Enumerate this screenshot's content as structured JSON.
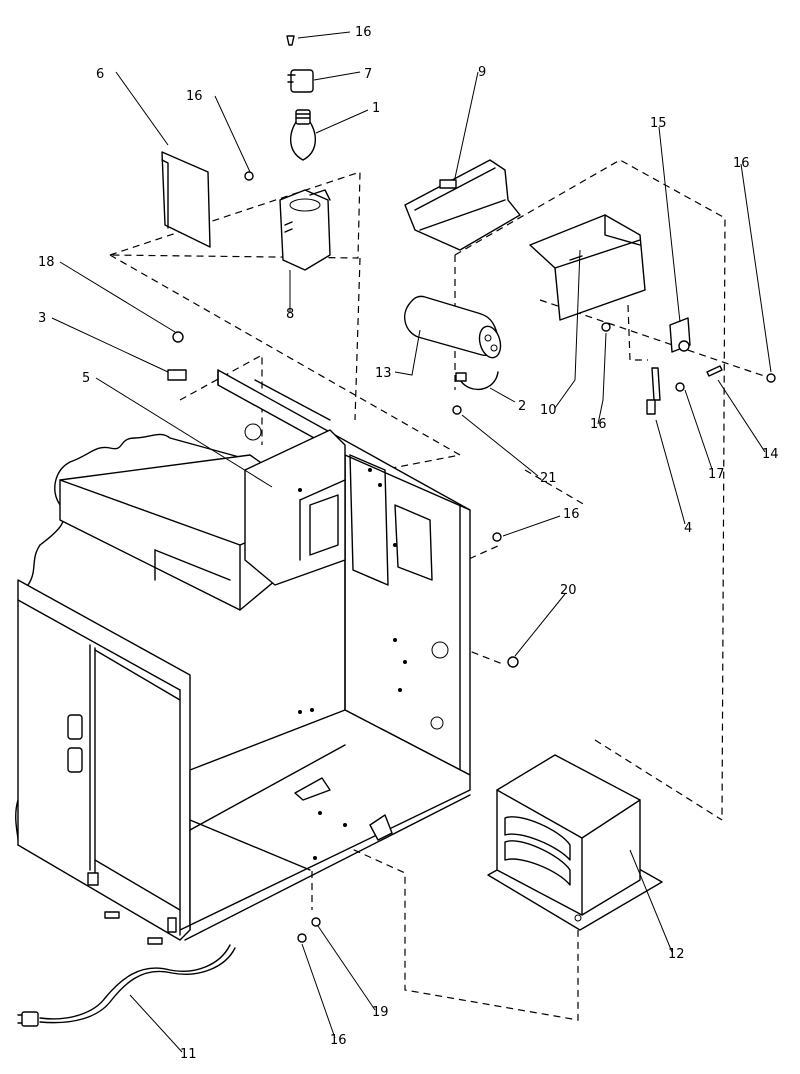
{
  "callouts": [
    {
      "id": "c16a",
      "text": "16"
    },
    {
      "id": "c7",
      "text": "7"
    },
    {
      "id": "c16b",
      "text": "16"
    },
    {
      "id": "c1",
      "text": "1"
    },
    {
      "id": "c6",
      "text": "6"
    },
    {
      "id": "c9",
      "text": "9"
    },
    {
      "id": "c15",
      "text": "15"
    },
    {
      "id": "c16c",
      "text": "16"
    },
    {
      "id": "c8",
      "text": "8"
    },
    {
      "id": "c18",
      "text": "18"
    },
    {
      "id": "c3",
      "text": "3"
    },
    {
      "id": "c5",
      "text": "5"
    },
    {
      "id": "c13",
      "text": "13"
    },
    {
      "id": "c2",
      "text": "2"
    },
    {
      "id": "c10",
      "text": "10"
    },
    {
      "id": "c16d",
      "text": "16"
    },
    {
      "id": "c21",
      "text": "21"
    },
    {
      "id": "c17",
      "text": "17"
    },
    {
      "id": "c14",
      "text": "14"
    },
    {
      "id": "c4",
      "text": "4"
    },
    {
      "id": "c16e",
      "text": "16"
    },
    {
      "id": "c20",
      "text": "20"
    },
    {
      "id": "c12",
      "text": "12"
    },
    {
      "id": "c19",
      "text": "19"
    },
    {
      "id": "c16f",
      "text": "16"
    },
    {
      "id": "c11",
      "text": "11"
    }
  ]
}
